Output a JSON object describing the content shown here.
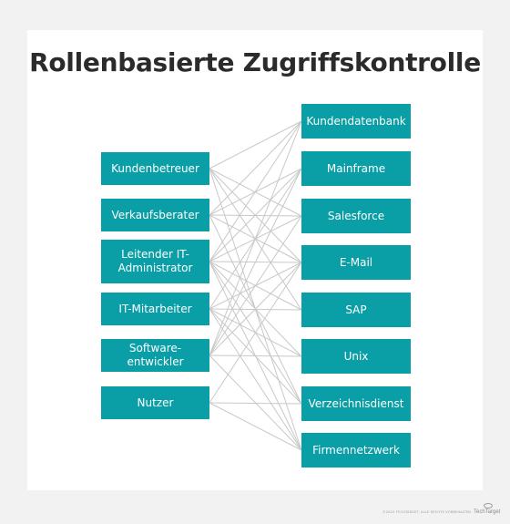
{
  "title": "Rollenbasierte Zugriffskontrolle",
  "roles": [
    {
      "key": "kundenbetreuer",
      "label": "Kundenbetreuer"
    },
    {
      "key": "verkaufsberater",
      "label": "Verkaufsberater"
    },
    {
      "key": "it-admin",
      "label": "Leitender IT-\nAdministrator"
    },
    {
      "key": "it-mitarbeiter",
      "label": "IT-Mitarbeiter"
    },
    {
      "key": "softwareentwickler",
      "label": "Software-\nentwickler"
    },
    {
      "key": "nutzer",
      "label": "Nutzer"
    }
  ],
  "systems": [
    {
      "key": "kundendatenbank",
      "label": "Kundendatenbank"
    },
    {
      "key": "mainframe",
      "label": "Mainframe"
    },
    {
      "key": "salesforce",
      "label": "Salesforce"
    },
    {
      "key": "email",
      "label": "E-Mail"
    },
    {
      "key": "sap",
      "label": "SAP"
    },
    {
      "key": "unix",
      "label": "Unix"
    },
    {
      "key": "verzeichnisdienst",
      "label": "Verzeichnisdienst"
    },
    {
      "key": "firmennetzwerk",
      "label": "Firmennetzwerk"
    }
  ],
  "connections": [
    [
      0,
      0
    ],
    [
      0,
      2
    ],
    [
      0,
      3
    ],
    [
      0,
      4
    ],
    [
      0,
      7
    ],
    [
      1,
      0
    ],
    [
      1,
      1
    ],
    [
      1,
      2
    ],
    [
      1,
      3
    ],
    [
      1,
      6
    ],
    [
      2,
      0
    ],
    [
      2,
      1
    ],
    [
      2,
      2
    ],
    [
      2,
      3
    ],
    [
      2,
      4
    ],
    [
      2,
      5
    ],
    [
      2,
      6
    ],
    [
      2,
      7
    ],
    [
      3,
      1
    ],
    [
      3,
      3
    ],
    [
      3,
      4
    ],
    [
      3,
      5
    ],
    [
      3,
      6
    ],
    [
      3,
      7
    ],
    [
      4,
      0
    ],
    [
      4,
      1
    ],
    [
      4,
      2
    ],
    [
      4,
      3
    ],
    [
      4,
      5
    ],
    [
      4,
      7
    ],
    [
      5,
      3
    ],
    [
      5,
      6
    ],
    [
      5,
      7
    ]
  ],
  "footer": "©2020 TECHTARGET. ALLE RECHTE VORBEHALTEN",
  "brand": "TechTarget",
  "colors": {
    "box": "#0a9fa6",
    "line": "#c8c8c8",
    "title": "#2b2b2b"
  }
}
